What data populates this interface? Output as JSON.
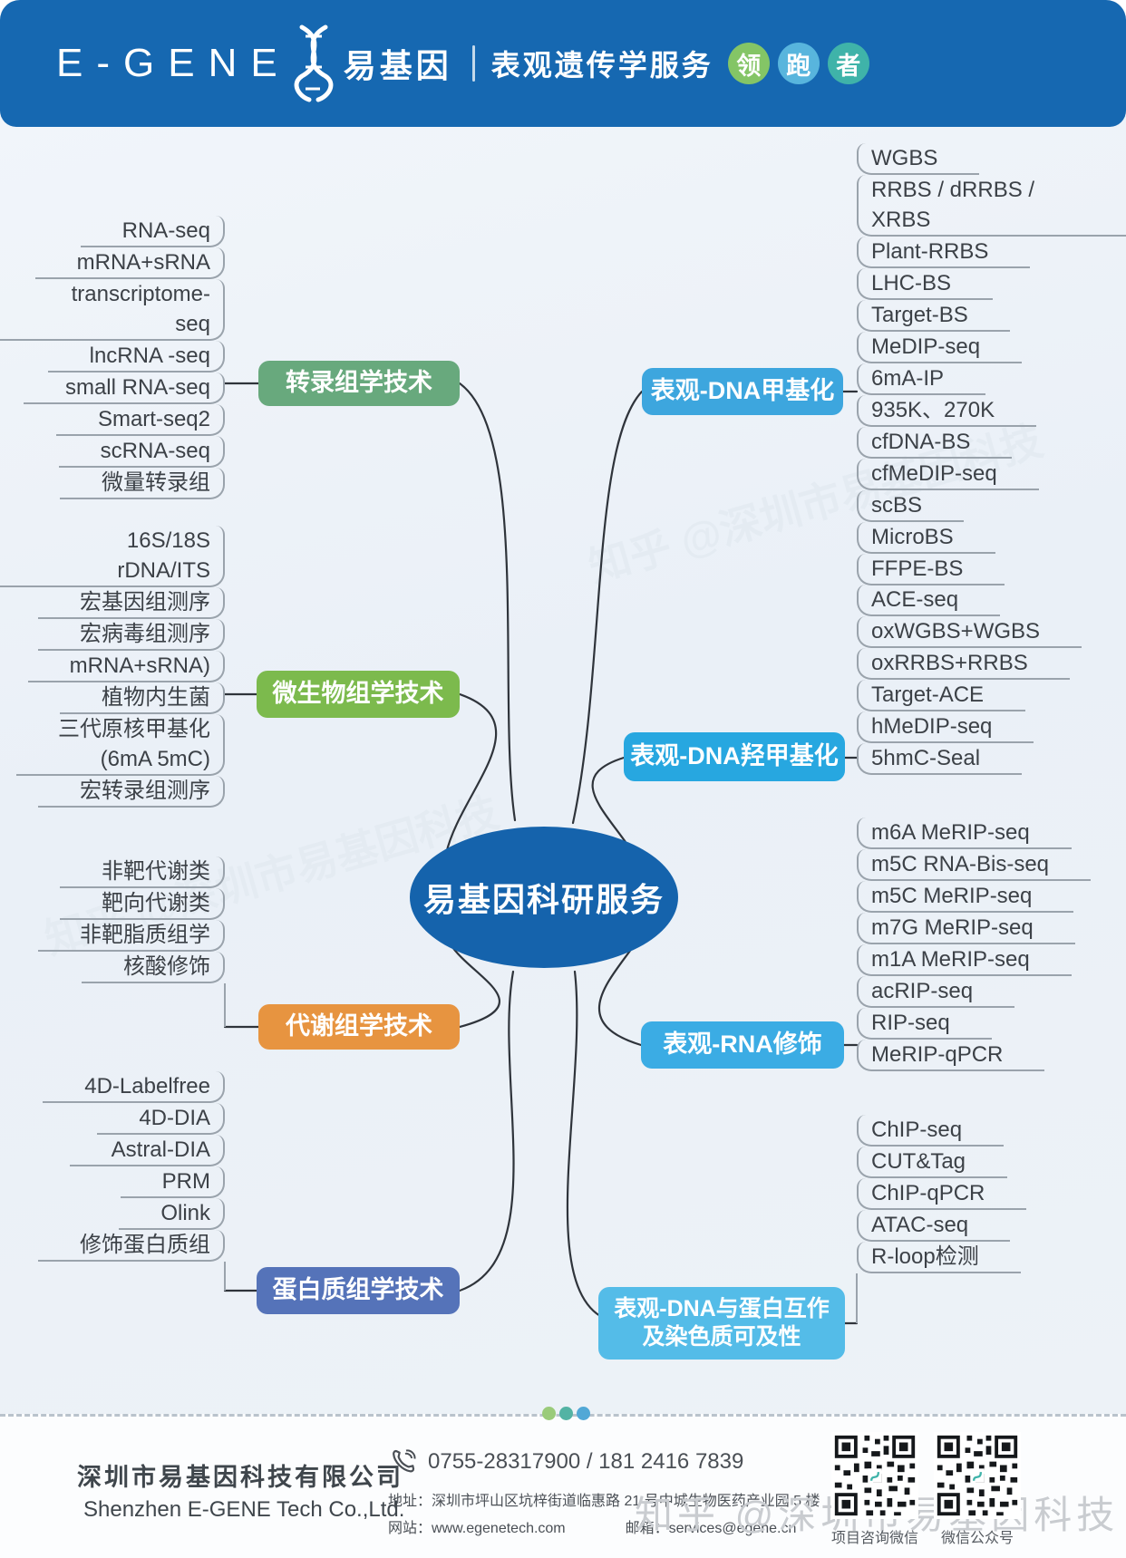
{
  "header": {
    "brand": "E-GENE",
    "brand_cn": "易基因",
    "tagline": "表观遗传学服务",
    "badges": [
      "领",
      "跑",
      "者"
    ],
    "badge_colors": [
      "#84c566",
      "#58b5dd",
      "#3fb3a9"
    ],
    "bar_color": "#1668b1"
  },
  "center": {
    "label": "易基因科研服务",
    "color": "#1563ac"
  },
  "branches": [
    {
      "id": "transcriptomics",
      "label": "转录组学技术",
      "side": "left",
      "color": "#68a97d",
      "items": [
        "RNA-seq",
        "mRNA+sRNA",
        "transcriptome-seq",
        "lncRNA -seq",
        "small RNA-seq",
        "Smart-seq2",
        "scRNA-seq",
        "微量转录组"
      ]
    },
    {
      "id": "microbiomics",
      "label": "微生物组学技术",
      "side": "left",
      "color": "#7cba4d",
      "items": [
        "16S/18S rDNA/ITS",
        "宏基因组测序",
        "宏病毒组测序",
        "mRNA+sRNA)",
        "植物内生菌",
        "三代原核甲基化\n(6mA  5mC)",
        "宏转录组测序"
      ]
    },
    {
      "id": "metabolomics",
      "label": "代谢组学技术",
      "side": "left",
      "color": "#e79440",
      "items": [
        "非靶代谢类",
        "靶向代谢类",
        "非靶脂质组学",
        "核酸修饰"
      ]
    },
    {
      "id": "proteomics",
      "label": "蛋白质组学技术",
      "side": "left",
      "color": "#5573b9",
      "items": [
        "4D-Labelfree",
        "4D-DIA",
        "Astral-DIA",
        "PRM",
        "Olink",
        "修饰蛋白质组"
      ]
    },
    {
      "id": "dna-methylation",
      "label": "表观-DNA甲基化",
      "side": "right",
      "color": "#3da6de",
      "items": [
        "WGBS",
        "RRBS / dRRBS / XRBS",
        "Plant-RRBS",
        "LHC-BS",
        "Target-BS",
        "MeDIP-seq",
        "6mA-IP",
        "935K、270K",
        "cfDNA-BS",
        "cfMeDIP-seq",
        "scBS",
        "MicroBS",
        "FFPE-BS"
      ]
    },
    {
      "id": "dna-hydroxymethylation",
      "label": "表观-DNA羟甲基化",
      "side": "right",
      "color": "#27a7e0",
      "items": [
        "ACE-seq",
        "oxWGBS+WGBS",
        "oxRRBS+RRBS",
        "Target-ACE",
        "hMeDIP-seq",
        "5hmC-Seal"
      ]
    },
    {
      "id": "rna-modification",
      "label": "表观-RNA修饰",
      "side": "right",
      "color": "#3bace4",
      "items": [
        "m6A MeRIP-seq",
        "m5C RNA-Bis-seq",
        "m5C MeRIP-seq",
        "m7G MeRIP-seq",
        "m1A MeRIP-seq",
        "acRIP-seq",
        "RIP-seq",
        "MeRIP-qPCR"
      ]
    },
    {
      "id": "dna-protein-interaction",
      "label": "表观-DNA与蛋白互作\n及染色质可及性",
      "side": "right",
      "color": "#54bce8",
      "items": [
        "ChIP-seq",
        "CUT&Tag",
        "ChIP-qPCR",
        "ATAC-seq",
        "R-loop检测"
      ]
    }
  ],
  "footer": {
    "company_cn": "深圳市易基因科技有限公司",
    "company_en": "Shenzhen E-GENE Tech Co.,Ltd.",
    "phone": "0755-28317900  /  181 2416 7839",
    "address": "地址：深圳市坪山区坑梓街道临惠路 21 号中城生物医药产业园 5 楼",
    "website": "网站：www.egenetech.com",
    "email": "邮箱：services@egene.cn",
    "qr1_label": "项目咨询微信",
    "qr2_label": "微信公众号"
  },
  "watermark": "知乎 @深圳市易基因科技"
}
